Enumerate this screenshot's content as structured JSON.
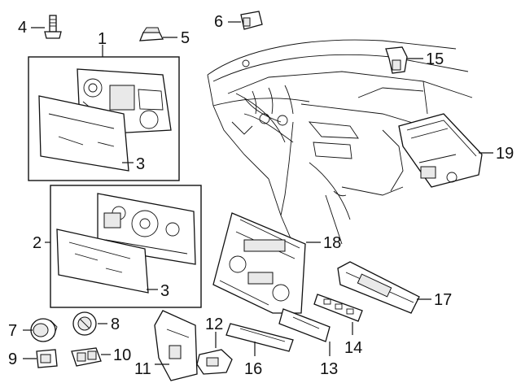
{
  "callouts": [
    {
      "id": "1",
      "label": "1"
    },
    {
      "id": "2",
      "label": "2"
    },
    {
      "id": "3a",
      "label": "3"
    },
    {
      "id": "3b",
      "label": "3"
    },
    {
      "id": "4",
      "label": "4"
    },
    {
      "id": "5",
      "label": "5"
    },
    {
      "id": "6",
      "label": "6"
    },
    {
      "id": "7",
      "label": "7"
    },
    {
      "id": "8",
      "label": "8"
    },
    {
      "id": "9",
      "label": "9"
    },
    {
      "id": "10",
      "label": "10"
    },
    {
      "id": "11",
      "label": "11"
    },
    {
      "id": "12",
      "label": "12"
    },
    {
      "id": "13",
      "label": "13"
    },
    {
      "id": "14",
      "label": "14"
    },
    {
      "id": "15",
      "label": "15"
    },
    {
      "id": "16",
      "label": "16"
    },
    {
      "id": "17",
      "label": "17"
    },
    {
      "id": "18",
      "label": "18"
    },
    {
      "id": "19",
      "label": "19"
    }
  ]
}
